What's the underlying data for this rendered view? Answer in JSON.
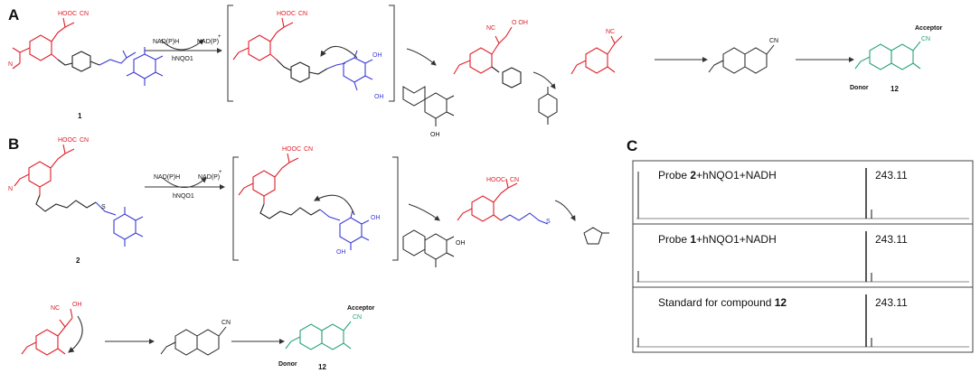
{
  "panels": {
    "a": "A",
    "b": "B",
    "c": "C"
  },
  "reagents": {
    "nadph": "NAD(P)H",
    "nadp": "NAD(P)",
    "plus": "+",
    "enzyme": "hNQO1"
  },
  "compounds": {
    "c1": "1",
    "c2": "2",
    "c12": "12"
  },
  "fragments": {
    "cooh": "HOOC",
    "cn": "CN",
    "n": "N",
    "oh": "OH",
    "o": "O",
    "s": "S",
    "nc": "NC",
    "cooh2": "O   OH"
  },
  "roles": {
    "acceptor": "Acceptor",
    "donor": "Donor"
  },
  "ms": {
    "traces": [
      {
        "pre": "Probe ",
        "bold": "2",
        "post": "+hNQO1+NADH",
        "mz": "243.11"
      },
      {
        "pre": "Probe ",
        "bold": "1",
        "post": "+hNQO1+NADH",
        "mz": "243.11"
      },
      {
        "pre": "Standard for compound ",
        "bold": "12",
        "post": "",
        "mz": "243.11"
      }
    ]
  },
  "colors": {
    "probe": "#e0202a",
    "trigger": "#3a3ad6",
    "product": "#2aa37a",
    "black": "#222222"
  }
}
